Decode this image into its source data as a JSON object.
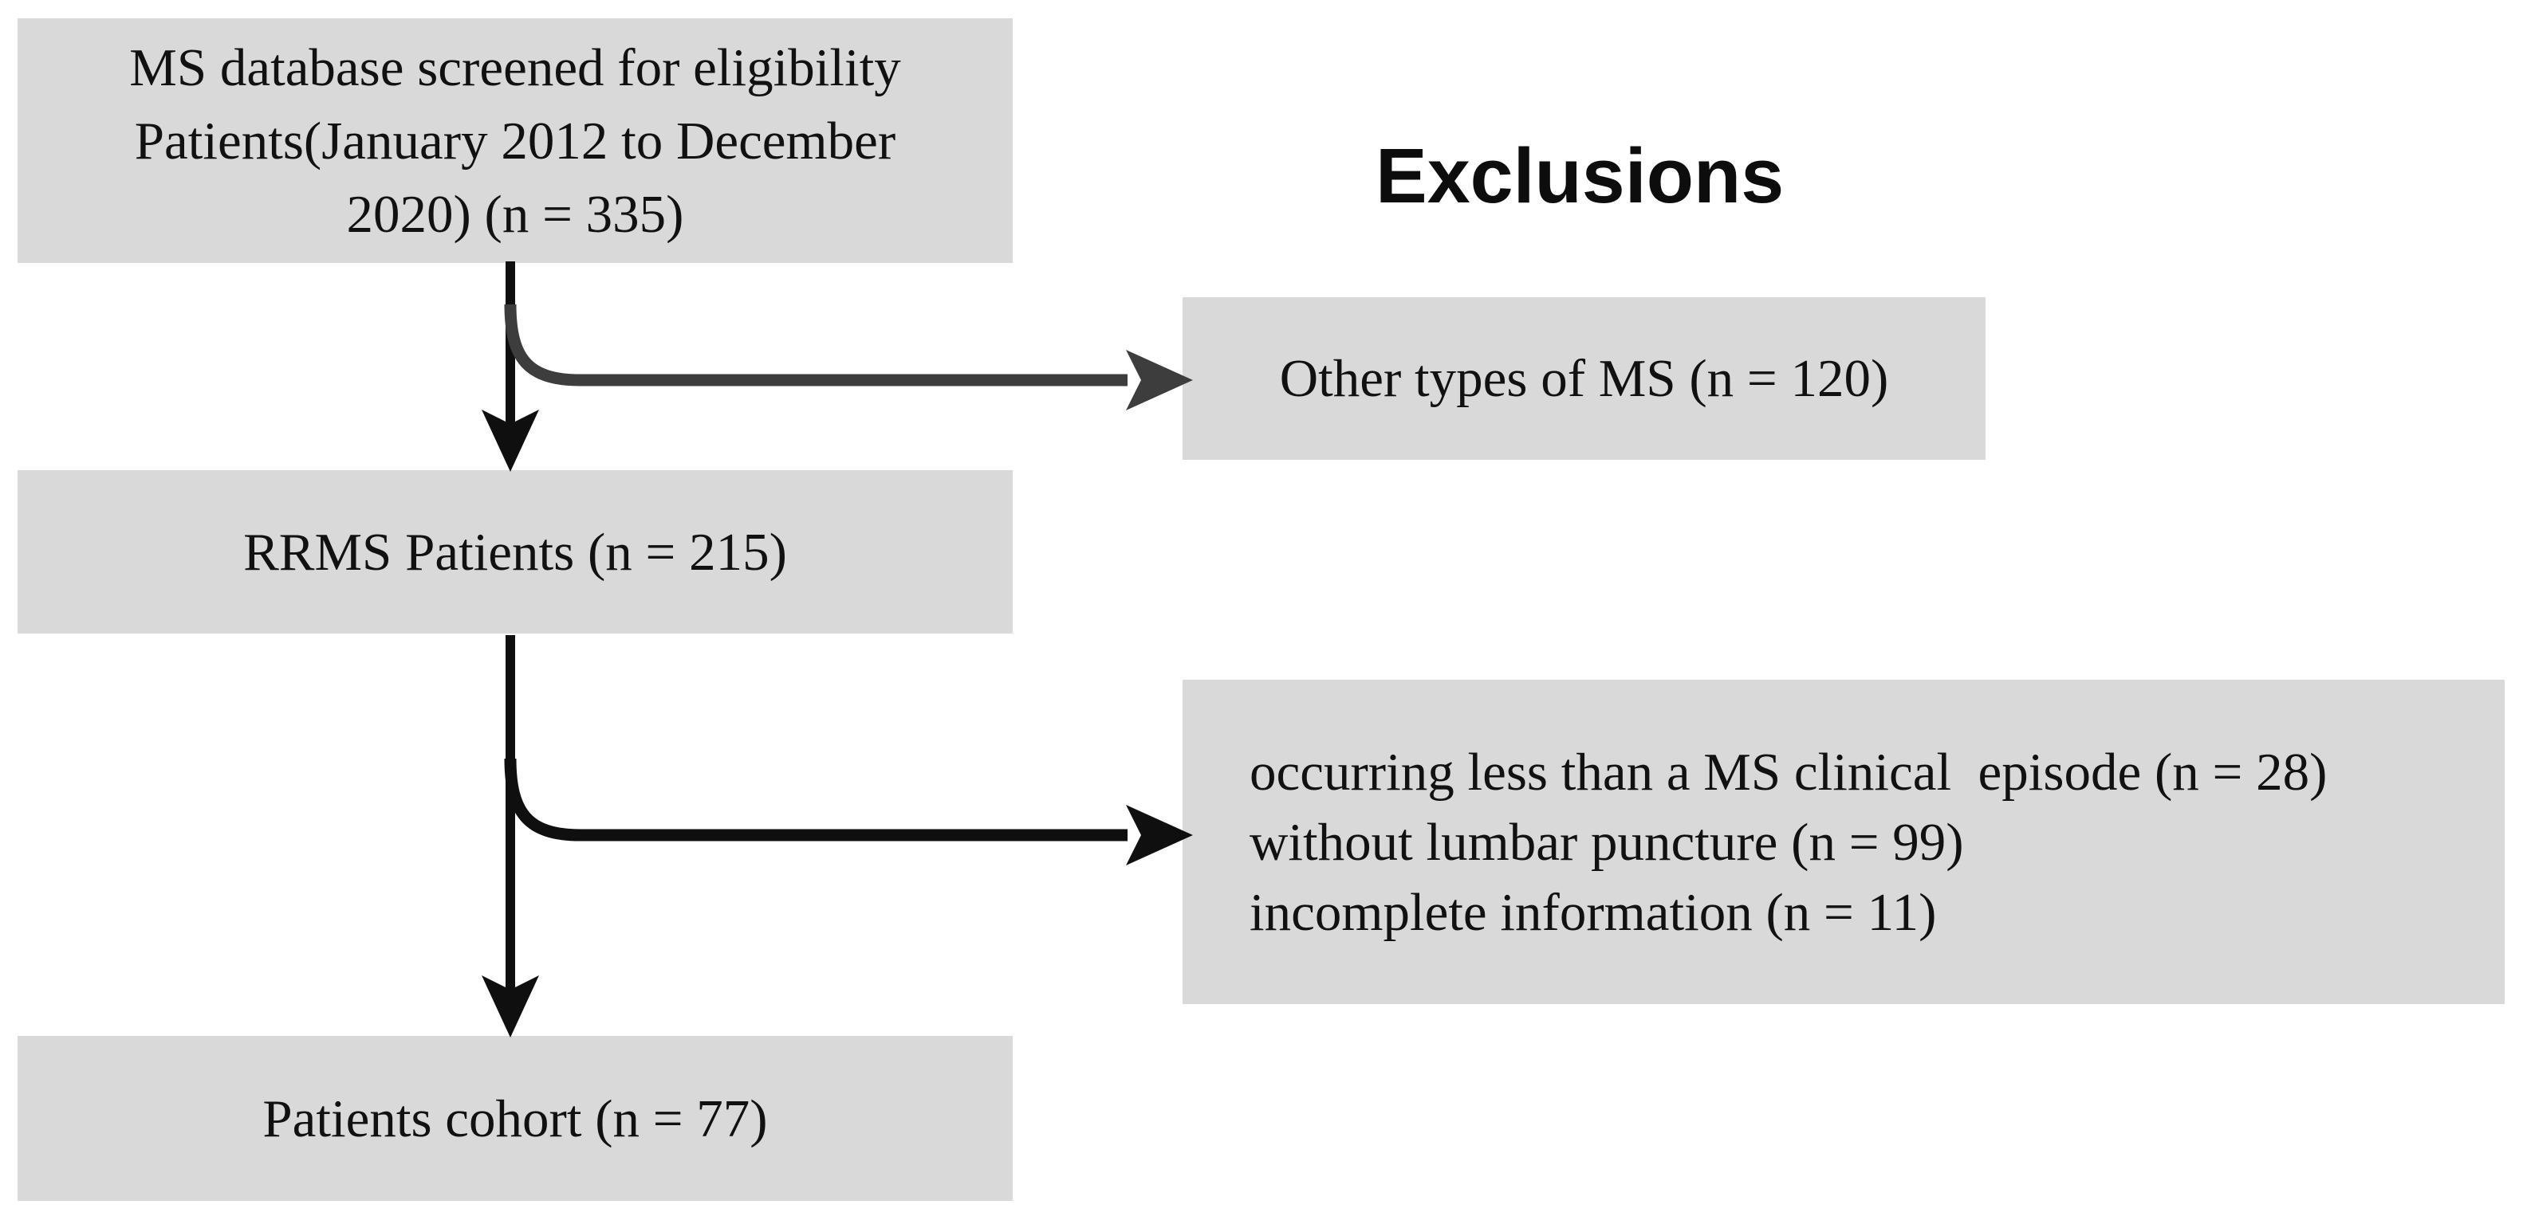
{
  "diagram": {
    "heading": "Exclusions",
    "flow": {
      "screened": "MS database screened for eligibility\nPatients(January 2012 to December\n2020) (n = 335)",
      "rrms": "RRMS Patients (n = 215)",
      "cohort": "Patients cohort (n = 77)"
    },
    "exclusions": {
      "other_ms": "Other types of MS (n = 120)",
      "detailed": "occurring less than a MS clinical  episode (n = 28)\nwithout lumbar puncture (n = 99)\nincomplete information (n = 11)"
    },
    "counts": {
      "screened": 335,
      "other_types_of_ms": 120,
      "rrms": 215,
      "less_than_one_episode": 28,
      "without_lumbar_puncture": 99,
      "incomplete_information": 11,
      "cohort": 77
    },
    "colors": {
      "box_fill": "#d9d9d9",
      "arrow_black": "#0f0f0f",
      "arrow_gray": "#3d3d3d",
      "background": "#ffffff",
      "text": "#111111"
    }
  }
}
